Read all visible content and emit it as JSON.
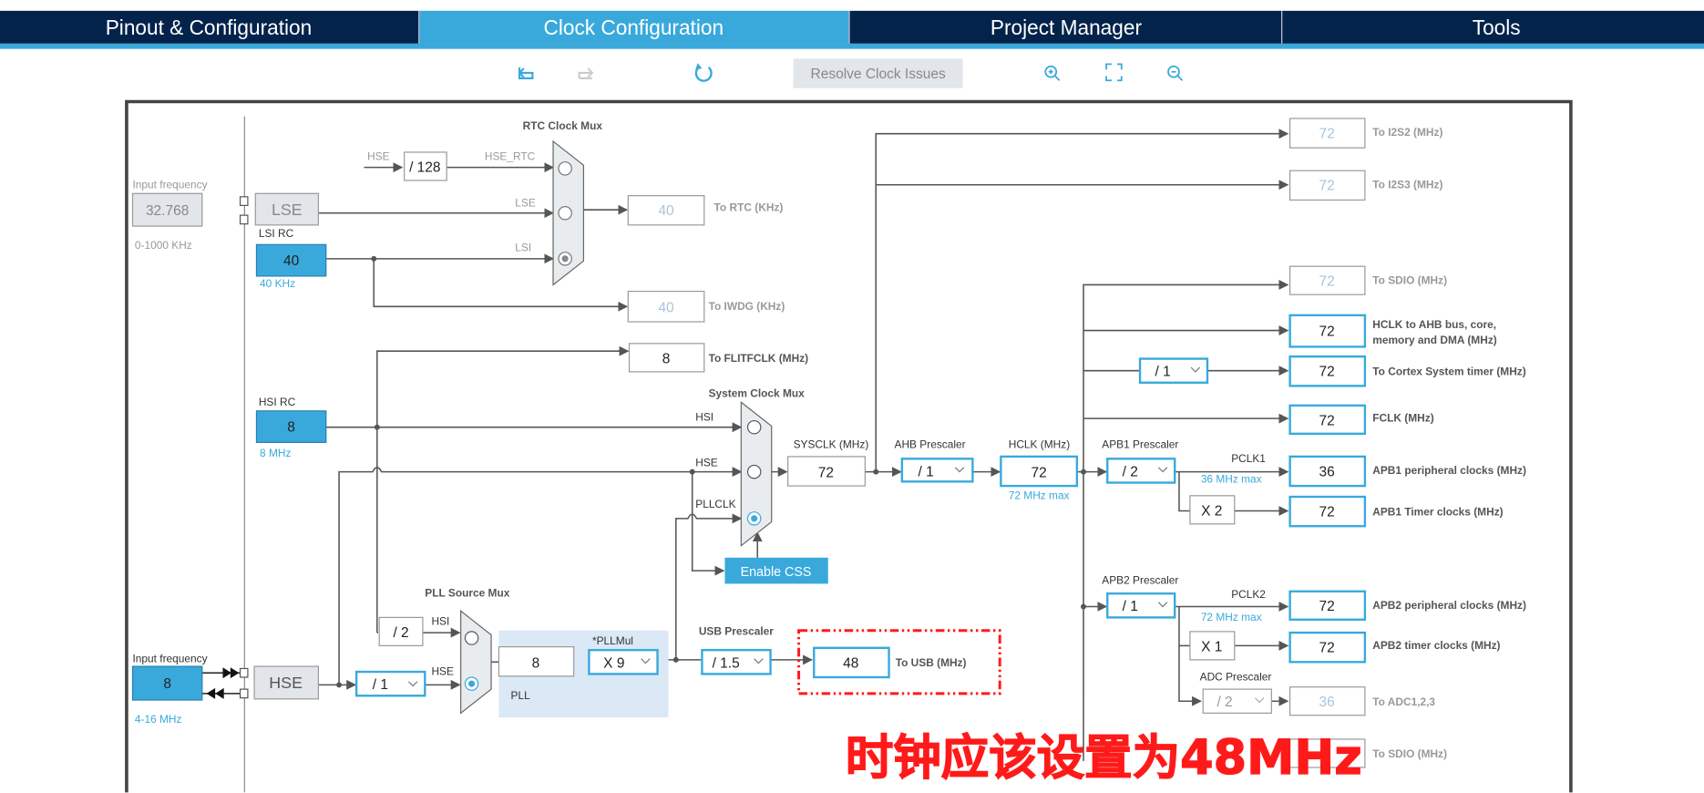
{
  "tabs": [
    {
      "label": "Pinout & Configuration",
      "active": false
    },
    {
      "label": "Clock Configuration",
      "active": true
    },
    {
      "label": "Project Manager",
      "active": false
    },
    {
      "label": "Tools",
      "active": false
    }
  ],
  "toolbar": {
    "resolve_label": "Resolve Clock Issues",
    "icons": [
      "undo-icon",
      "redo-icon",
      "refresh-icon",
      "zoom-in-icon",
      "fit-icon",
      "zoom-out-icon"
    ]
  },
  "colors": {
    "navy": "#03234b",
    "accent": "#39a9dc",
    "annotation": "#ff1a1a"
  },
  "lse": {
    "input_label": "Input frequency",
    "input_value": "32.768",
    "range": "0-1000 KHz",
    "name": "LSE"
  },
  "lsi": {
    "title": "LSI RC",
    "value": "40",
    "freq": "40 KHz"
  },
  "rtc": {
    "mux_title": "RTC Clock Mux",
    "hse": "HSE",
    "div": "/ 128",
    "hse_rtc": "HSE_RTC",
    "lse": "LSE",
    "lsi": "LSI",
    "out_value": "40",
    "out_label": "To RTC (KHz)"
  },
  "iwdg": {
    "value": "40",
    "label": "To IWDG (KHz)"
  },
  "flit": {
    "value": "8",
    "label": "To FLITFCLK (MHz)"
  },
  "hsi": {
    "title": "HSI RC",
    "value": "8",
    "freq": "8 MHz"
  },
  "sysmux": {
    "title": "System Clock Mux",
    "hsi": "HSI",
    "hse": "HSE",
    "pllclk": "PLLCLK",
    "css": "Enable CSS"
  },
  "hse": {
    "input_label": "Input frequency",
    "input_value": "8",
    "range": "4-16 MHz",
    "name": "HSE"
  },
  "pllsrc": {
    "title": "PLL Source Mux",
    "div2": "/ 2",
    "hsi": "HSI",
    "hse": "HSE",
    "prediv": "/ 1"
  },
  "pll": {
    "label": "PLL",
    "value": "8",
    "mul_label": "*PLLMul",
    "mul": "X 9"
  },
  "usb": {
    "title": "USB Prescaler",
    "prescaler": "/ 1.5",
    "value": "48",
    "label": "To USB (MHz)"
  },
  "sysclk": {
    "label": "SYSCLK (MHz)",
    "value": "72"
  },
  "ahb": {
    "label": "AHB Prescaler",
    "value": "/ 1"
  },
  "hclk": {
    "label": "HCLK (MHz)",
    "value": "72",
    "max": "72 MHz max"
  },
  "outputs": {
    "i2s2": {
      "value": "72",
      "label": "To I2S2 (MHz)"
    },
    "i2s3": {
      "value": "72",
      "label": "To I2S3 (MHz)"
    },
    "sdio": {
      "value": "72",
      "label": "To SDIO (MHz)"
    },
    "hclk_ahb": {
      "value": "72",
      "label1": "HCLK to AHB bus, core,",
      "label2": "memory and DMA (MHz)"
    },
    "cortex": {
      "prescaler": "/ 1",
      "value": "72",
      "label": "To Cortex System timer (MHz)"
    },
    "fclk": {
      "value": "72",
      "label": "FCLK (MHz)"
    },
    "apb1_peri": {
      "value": "36",
      "label": "APB1 peripheral clocks (MHz)"
    },
    "apb1_tim": {
      "mult": "X 2",
      "value": "72",
      "label": "APB1 Timer clocks (MHz)"
    },
    "apb2_peri": {
      "value": "72",
      "label": "APB2 peripheral clocks (MHz)"
    },
    "apb2_tim": {
      "mult": "X 1",
      "value": "72",
      "label": "APB2 timer clocks (MHz)"
    },
    "adc": {
      "prescaler_label": "ADC Prescaler",
      "prescaler": "/ 2",
      "value": "36",
      "label": "To ADC1,2,3"
    },
    "sdio2": {
      "label": "To SDIO (MHz)"
    }
  },
  "apb1": {
    "label": "APB1 Prescaler",
    "value": "/ 2",
    "pclk": "PCLK1",
    "max": "36 MHz max"
  },
  "apb2": {
    "label": "APB2 Prescaler",
    "value": "/ 1",
    "pclk": "PCLK2",
    "max": "72 MHz max"
  },
  "annotation": "时钟应该设置为48MHz"
}
